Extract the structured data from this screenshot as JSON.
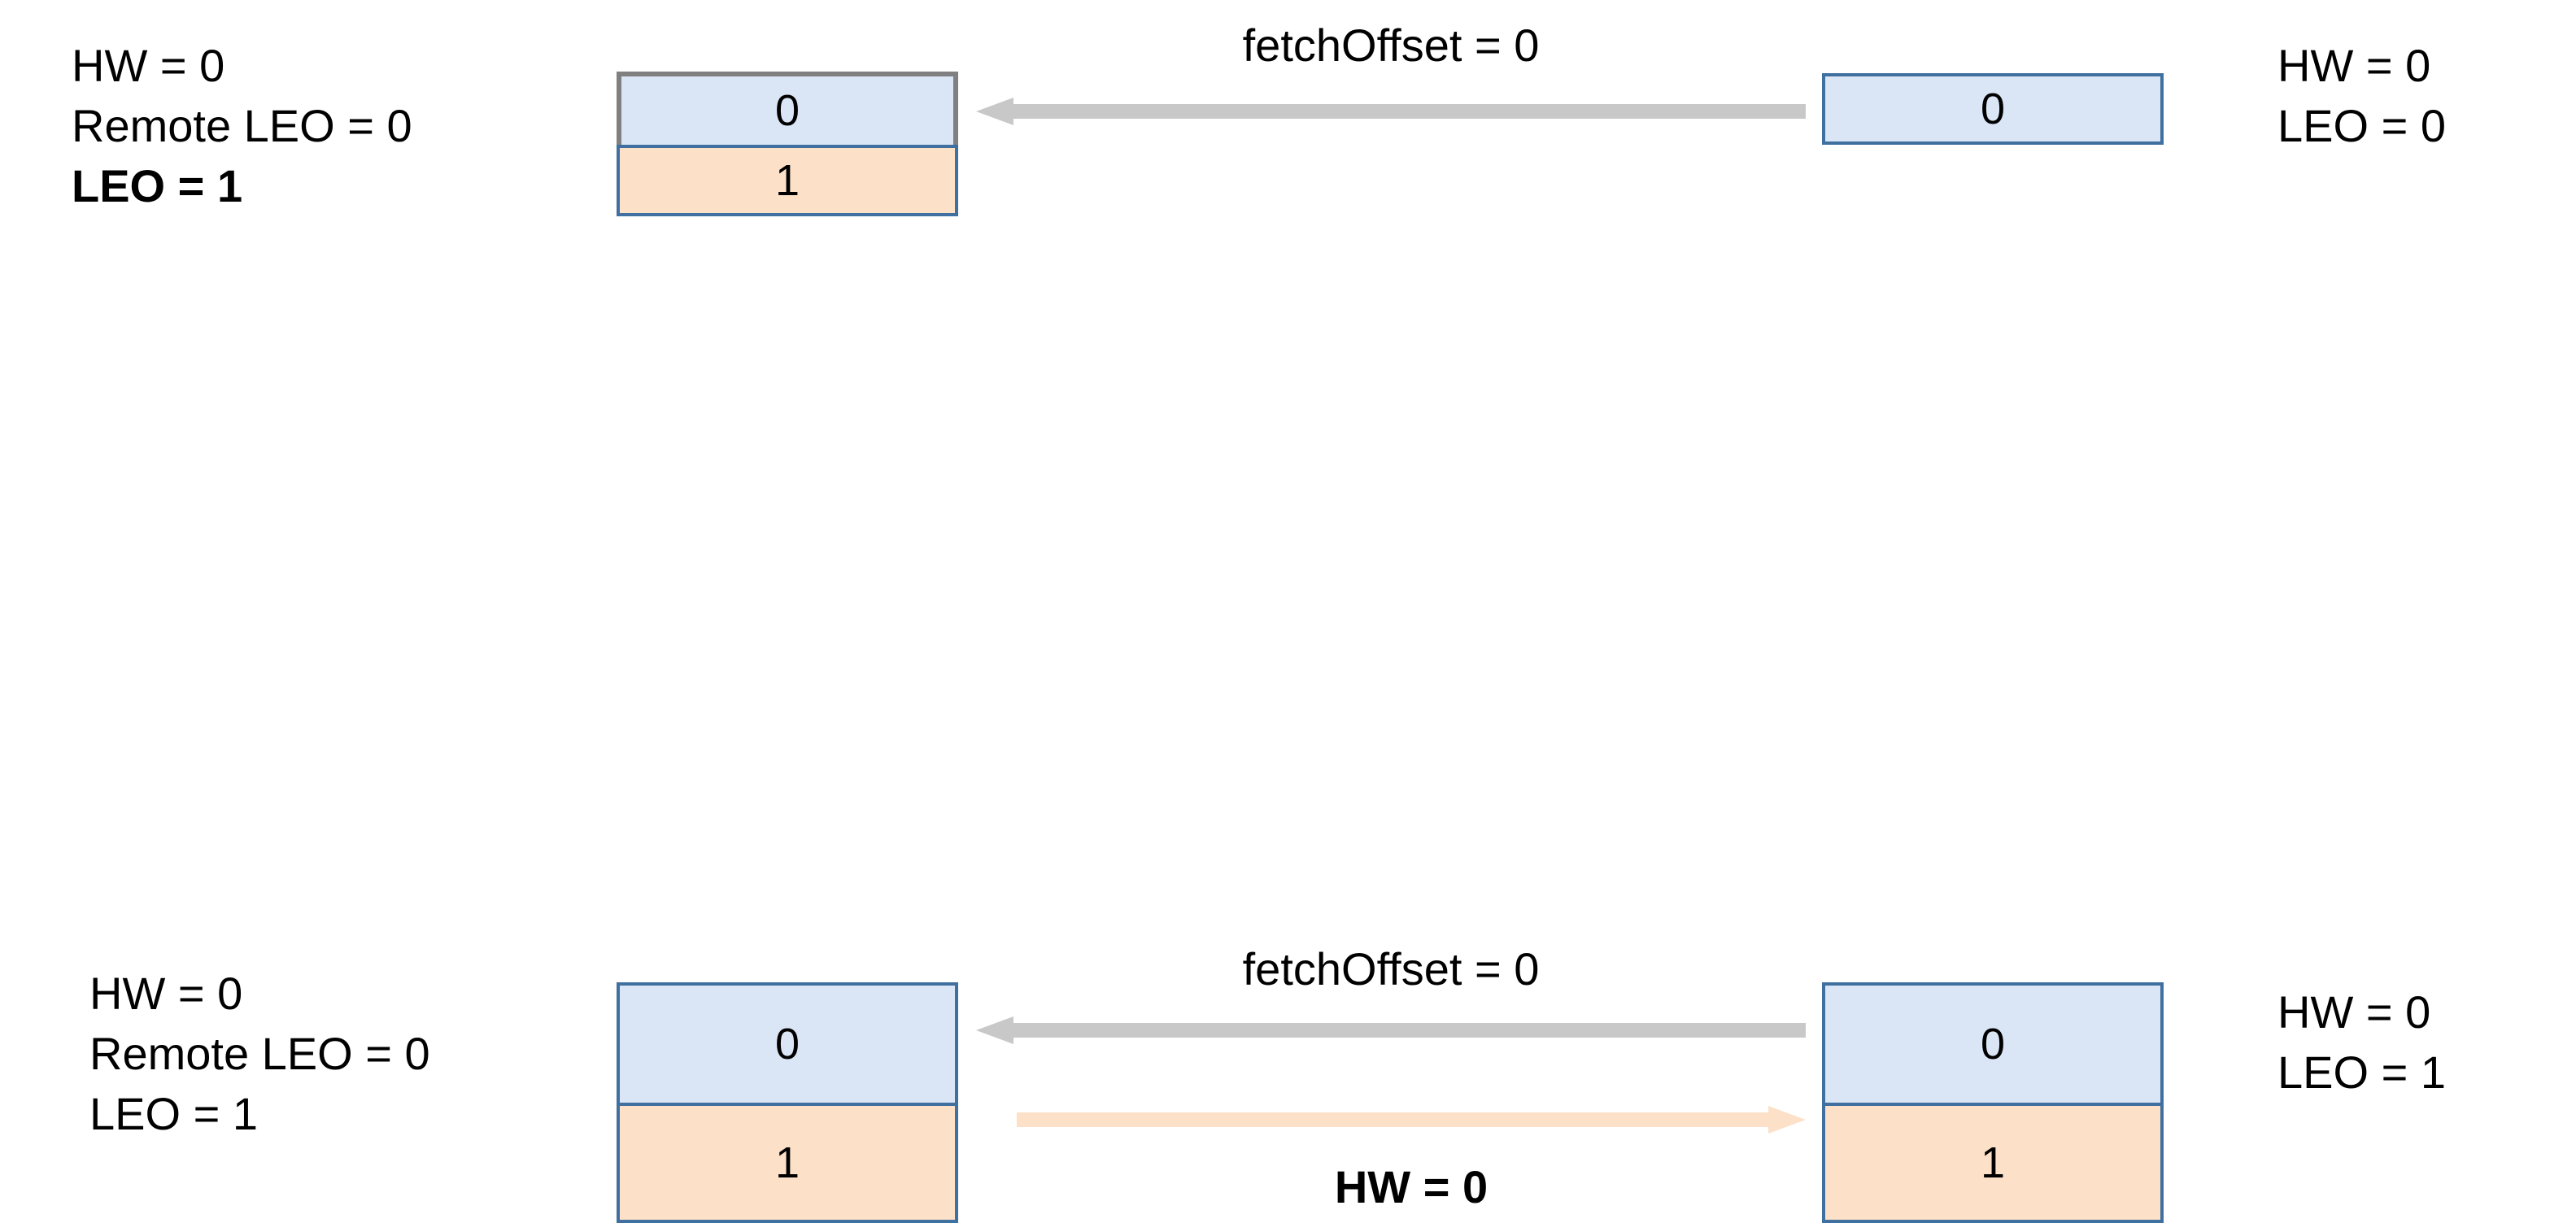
{
  "rows": [
    {
      "id": "top",
      "left_labels": [
        {
          "text": "HW = 0",
          "bold": false
        },
        {
          "text": "Remote LEO = 0",
          "bold": false
        },
        {
          "text": "LEO = 1",
          "bold": true
        }
      ],
      "left_box": {
        "cells": [
          {
            "value": "0",
            "color": "blue",
            "border": "gray"
          },
          {
            "value": "1",
            "color": "orange",
            "border": "blue"
          }
        ]
      },
      "arrows": [
        {
          "label": "fetchOffset = 0",
          "direction": "left",
          "color": "gray",
          "label_position": "above",
          "bold": false
        }
      ],
      "right_box": {
        "cells": [
          {
            "value": "0",
            "color": "blue",
            "border": "blue"
          }
        ]
      },
      "right_labels": [
        {
          "text": "HW = 0",
          "bold": false
        },
        {
          "text": "LEO = 0",
          "bold": false
        }
      ]
    },
    {
      "id": "bottom",
      "left_labels": [
        {
          "text": "HW = 0",
          "bold": false
        },
        {
          "text": "Remote LEO = 0",
          "bold": false
        },
        {
          "text": "LEO = 1",
          "bold": false
        }
      ],
      "left_box": {
        "cells": [
          {
            "value": "0",
            "color": "blue",
            "border": "blue"
          },
          {
            "value": "1",
            "color": "orange",
            "border": "blue"
          }
        ]
      },
      "arrows": [
        {
          "label": "fetchOffset = 0",
          "direction": "left",
          "color": "gray",
          "label_position": "above",
          "bold": false
        },
        {
          "label": "HW = 0",
          "direction": "right",
          "color": "orange",
          "label_position": "below",
          "bold": true
        }
      ],
      "right_box": {
        "cells": [
          {
            "value": "0",
            "color": "blue",
            "border": "blue"
          },
          {
            "value": "1",
            "color": "orange",
            "border": "blue"
          }
        ]
      },
      "right_labels": [
        {
          "text": "HW = 0",
          "bold": false
        },
        {
          "text": "LEO = 1",
          "bold": false
        }
      ]
    }
  ],
  "colors": {
    "cell_blue": "#dae5f5",
    "cell_orange": "#fce1c8",
    "border_blue": "#40709f",
    "border_gray": "#808080",
    "arrow_gray": "#c8c8c8",
    "arrow_orange": "#fce1c8",
    "text": "#000000",
    "background": "#ffffff"
  }
}
